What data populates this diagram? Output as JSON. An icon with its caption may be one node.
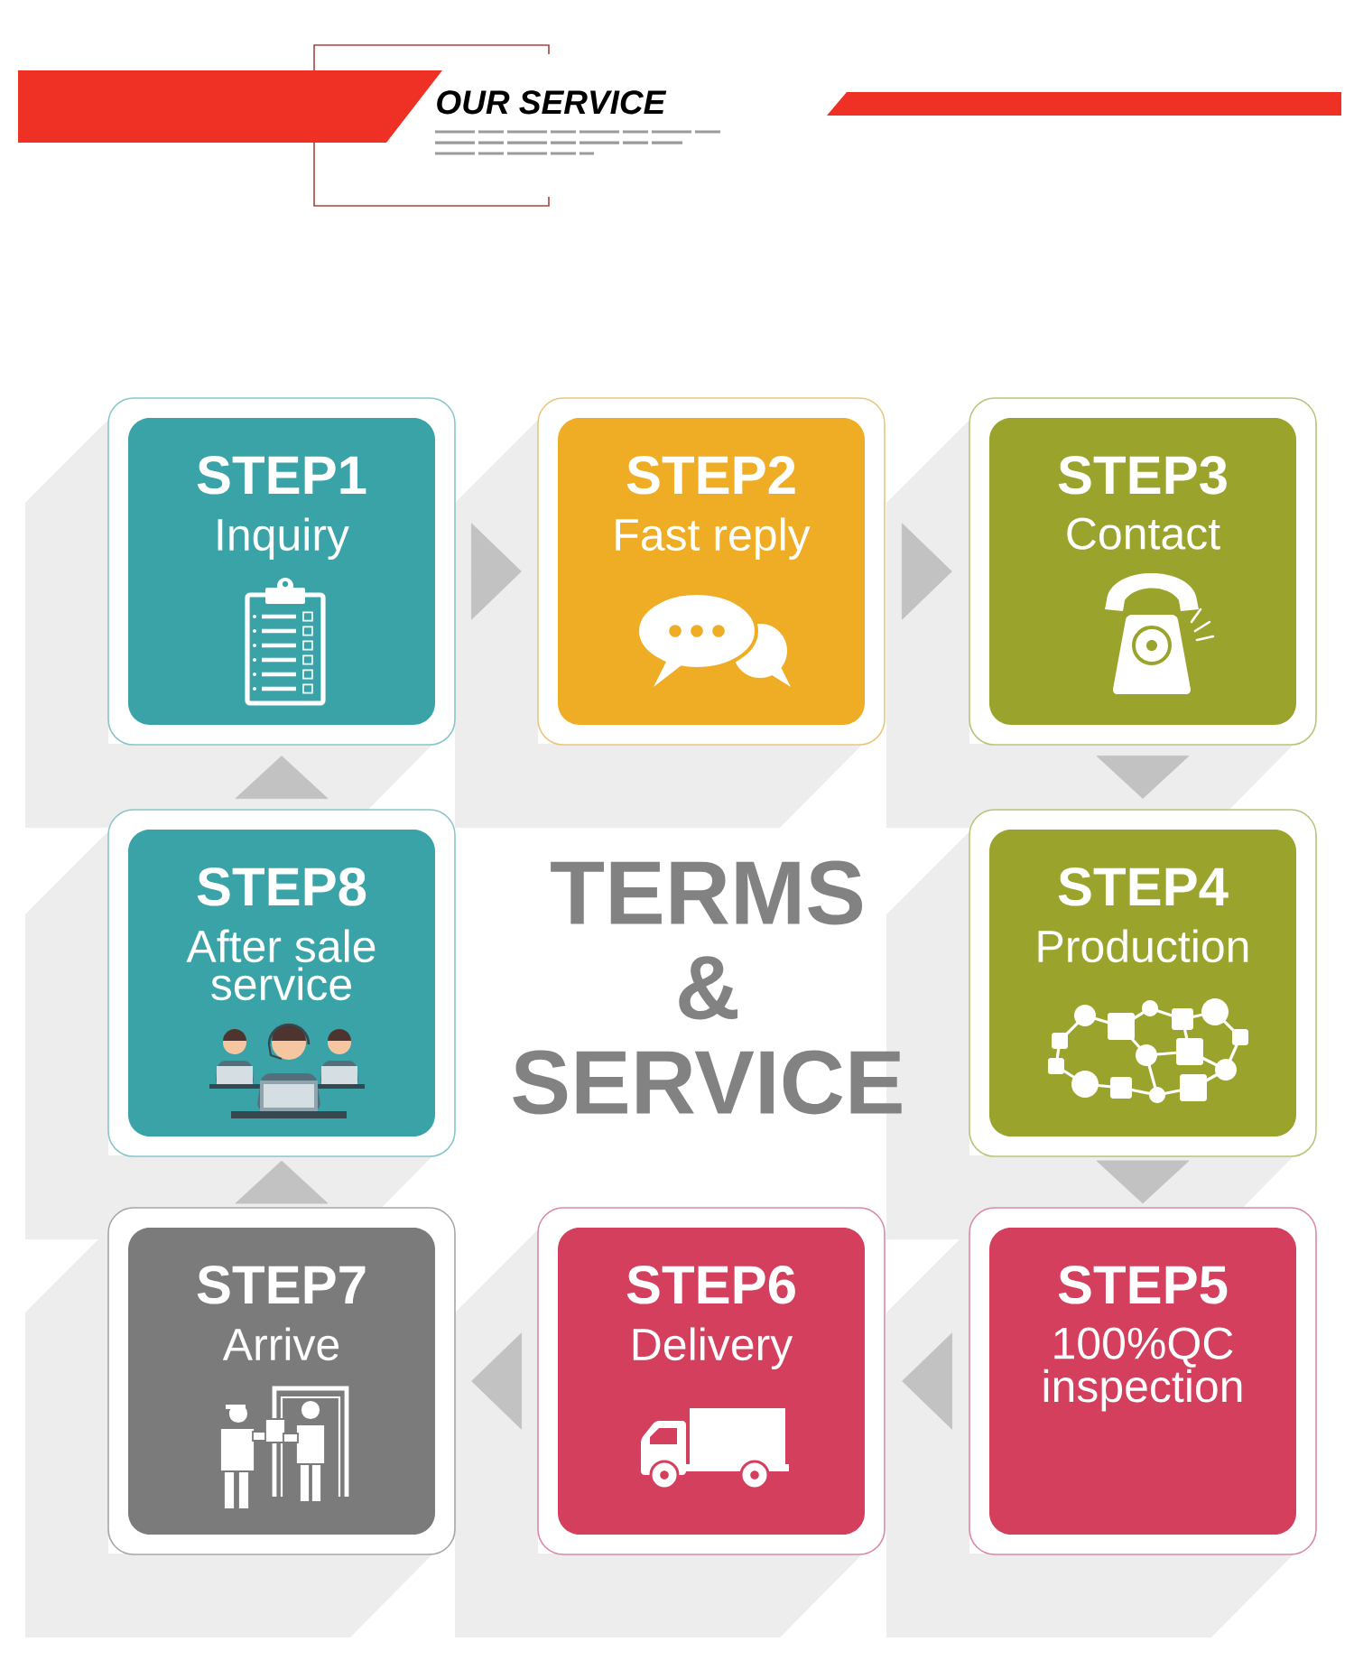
{
  "diagram": {
    "title": "OUR SERVICE",
    "nodes": [
      {
        "text": [
          "STEP1",
          "Inquiry"
        ]
      },
      {
        "text": [
          "STEP2",
          "Fast reply"
        ]
      },
      {
        "text": [
          "STEP3",
          "Contact"
        ]
      },
      {
        "text": [
          "STEP4",
          "Production"
        ]
      },
      {
        "text": [
          "STEP5",
          "100%QC inspection"
        ]
      },
      {
        "text": [
          "STEP6",
          "Delivery"
        ]
      },
      {
        "text": [
          "STEP7",
          "Arrive"
        ]
      },
      {
        "text": [
          "STEP8",
          "After sale service"
        ]
      }
    ],
    "edges": [
      {
        "from": 0,
        "to": 1,
        "arrow": "to"
      },
      {
        "from": 1,
        "to": 2,
        "arrow": "to"
      },
      {
        "from": 2,
        "to": 3,
        "arrow": "to"
      },
      {
        "from": 3,
        "to": 4,
        "arrow": "to"
      },
      {
        "from": 4,
        "to": 5,
        "arrow": "to"
      },
      {
        "from": 5,
        "to": 6,
        "arrow": "to"
      },
      {
        "from": 6,
        "to": 7,
        "arrow": "to"
      },
      {
        "from": 7,
        "to": 0,
        "arrow": "to"
      }
    ],
    "labels": [
      "TERMS & SERVICE"
    ]
  }
}
